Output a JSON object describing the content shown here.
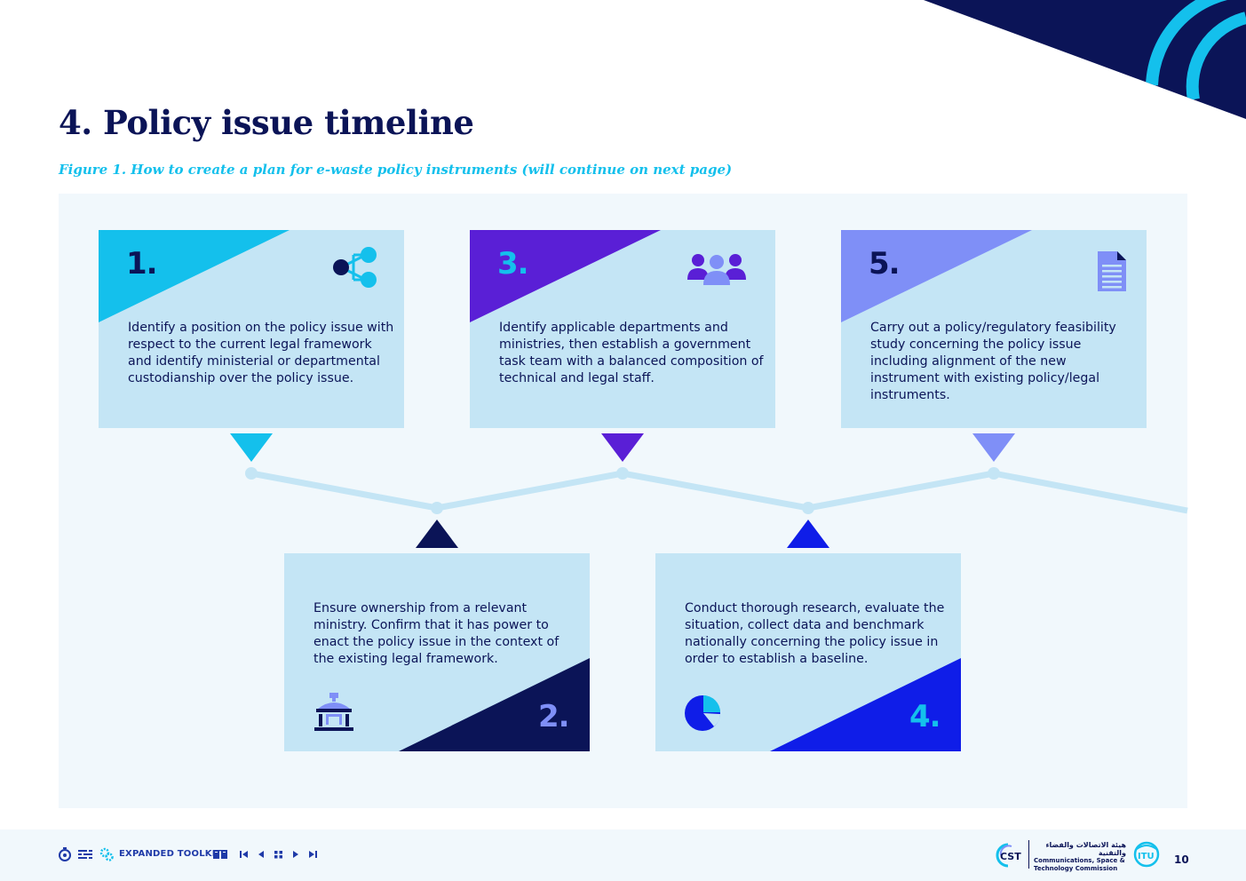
{
  "page": {
    "title": "4. Policy issue timeline",
    "caption": "Figure 1. How to create a plan for e-waste policy instruments (will continue on next page)",
    "page_number": "10"
  },
  "colors": {
    "navy": "#0b1457",
    "cyan": "#14c0ec",
    "purple": "#5a1fd6",
    "periwinkle": "#7f8ff7",
    "blue": "#0f1de8",
    "card_bg": "#c4e5f5",
    "panel_bg": "#f1f8fc",
    "line": "#c4e5f5"
  },
  "steps": [
    {
      "number": "1.",
      "text": "Identify a position on the policy issue with respect to the current legal framework and identify ministerial or departmental custodianship over the policy issue.",
      "icon": "share-nodes-icon"
    },
    {
      "number": "2.",
      "text": "Ensure ownership from a relevant ministry. Confirm that it has power to enact the policy issue in the context of the existing legal framework.",
      "icon": "government-building-icon"
    },
    {
      "number": "3.",
      "text": "Identify applicable departments and ministries, then establish a government task team with a balanced composition of technical and legal staff.",
      "icon": "team-people-icon"
    },
    {
      "number": "4.",
      "text": "Conduct thorough research, evaluate the situation, collect data and benchmark nationally concerning the policy issue in order to establish a baseline.",
      "icon": "pie-chart-icon"
    },
    {
      "number": "5.",
      "text": "Carry out a policy/regulatory feasibility study concerning the policy issue including alignment of the new instrument with existing policy/legal instruments.",
      "icon": "document-icon"
    }
  ],
  "footer": {
    "toolkit_label": "EXPANDED TOOLKIT",
    "org_name_arabic": "هيئة الاتصالات والفضاء والتقنية",
    "org_name_line1": "Communications, Space &",
    "org_name_line2": "Technology Commission",
    "cst_logo_text": "CST",
    "itu_logo_text": "ITU",
    "nav_icons": [
      "info-icon",
      "menu-icon",
      "gear-icon",
      "book-icon",
      "first-page-icon",
      "previous-page-icon",
      "grid-icon",
      "next-page-icon",
      "last-page-icon"
    ]
  }
}
